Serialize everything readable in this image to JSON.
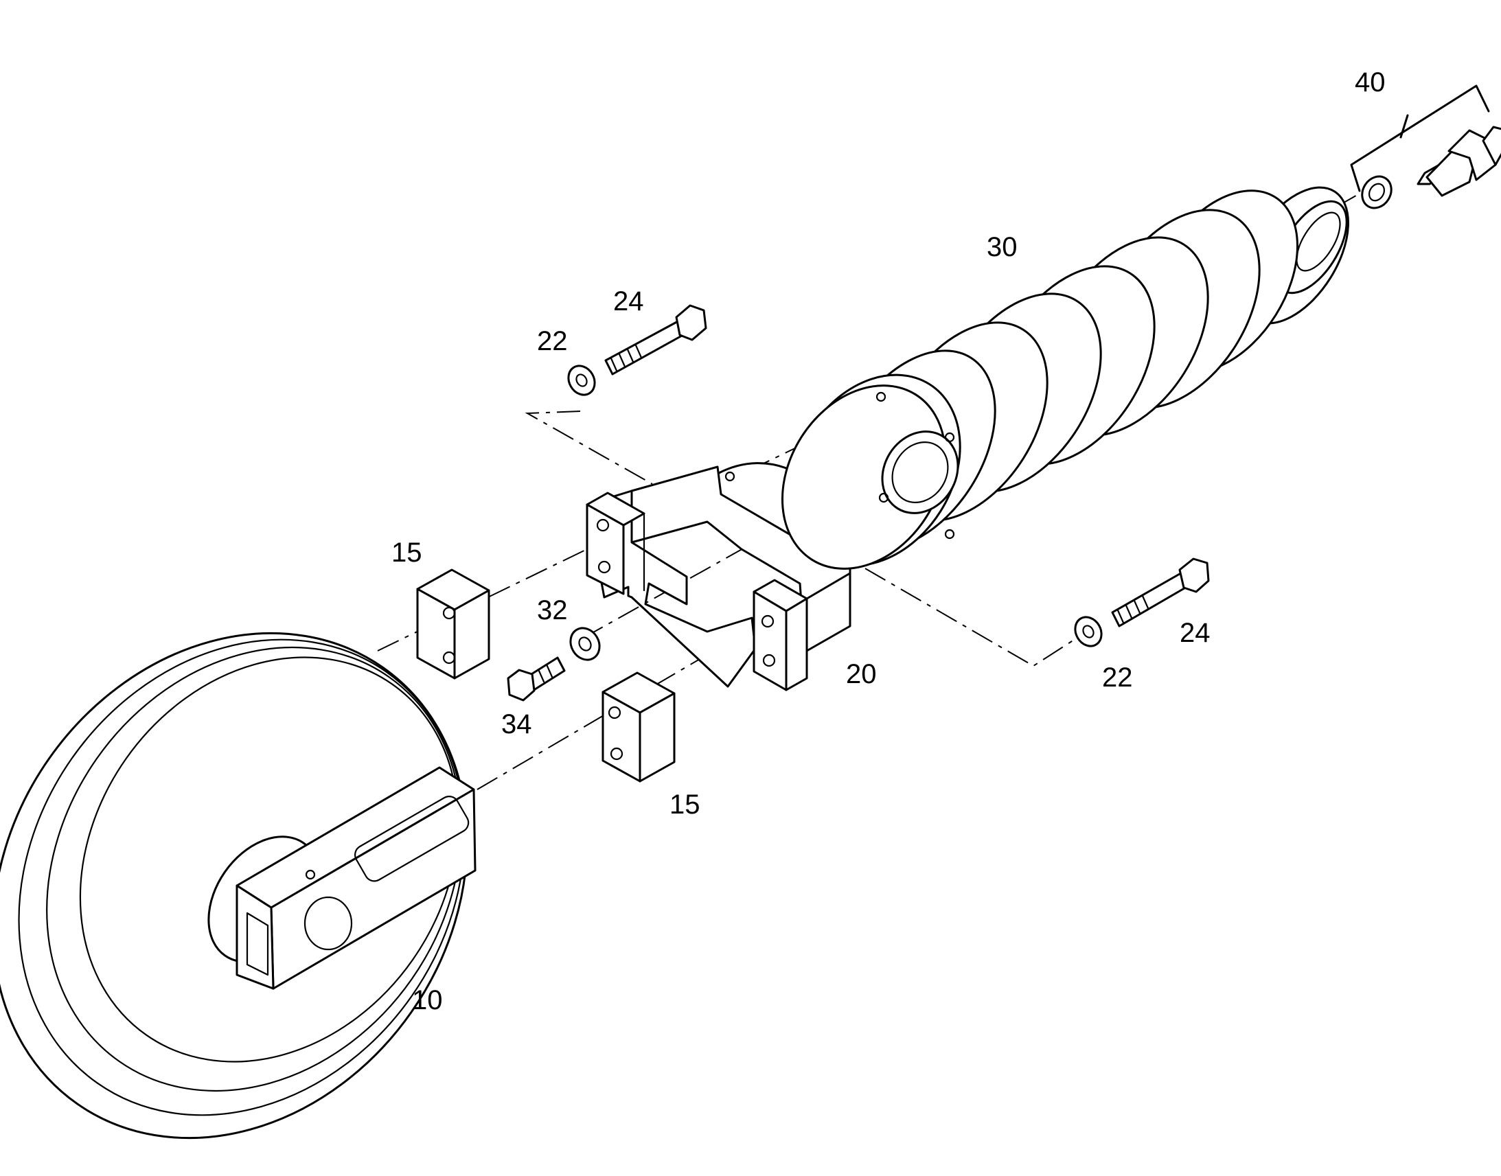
{
  "callouts": {
    "c10": "10",
    "c15a": "15",
    "c15b": "15",
    "c20": "20",
    "c22a": "22",
    "c22b": "22",
    "c24a": "24",
    "c24b": "24",
    "c30": "30",
    "c32": "32",
    "c34": "34",
    "c40": "40"
  }
}
